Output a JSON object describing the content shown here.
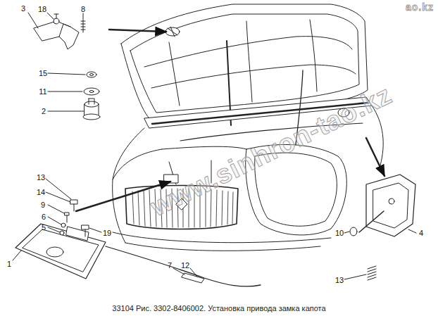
{
  "diagram": {
    "caption": "33104 Рис. 3302-8406002. Установка привода замка капота",
    "labels": [
      "3",
      "18",
      "8",
      "15",
      "11",
      "2",
      "13",
      "14",
      "9",
      "6",
      "5",
      "19",
      "1",
      "7",
      "12",
      "10",
      "4",
      "13",
      "www.sinhron-tao.kz",
      "ao.kz"
    ]
  }
}
